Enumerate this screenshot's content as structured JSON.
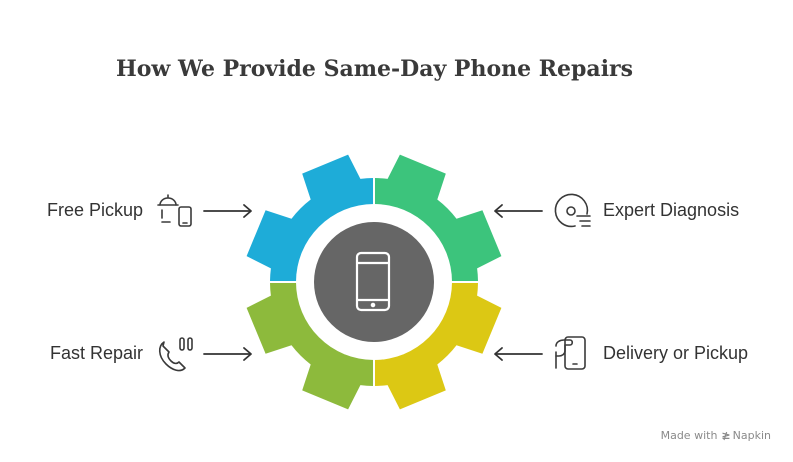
{
  "title": "How We Provide Same-Day Phone Repairs",
  "center": {
    "icon": "smartphone-icon"
  },
  "segments": [
    {
      "key": "free_pickup",
      "label": "Free Pickup",
      "color": "#1eacd8",
      "icon": "pickup-delivery-icon",
      "side": "left-top"
    },
    {
      "key": "expert_diagnosis",
      "label": "Expert Diagnosis",
      "color": "#3cc47c",
      "icon": "diagnosis-disc-icon",
      "side": "right-top"
    },
    {
      "key": "fast_repair",
      "label": "Fast Repair",
      "color": "#8dba3c",
      "icon": "phone-call-icon",
      "side": "left-bottom"
    },
    {
      "key": "delivery_or_pickup",
      "label": "Delivery or Pickup",
      "color": "#dcc814",
      "icon": "handoff-phone-icon",
      "side": "right-bottom"
    }
  ],
  "hub_color": "#666666",
  "footer": {
    "made_with": "Made with",
    "brand": "Napkin"
  }
}
